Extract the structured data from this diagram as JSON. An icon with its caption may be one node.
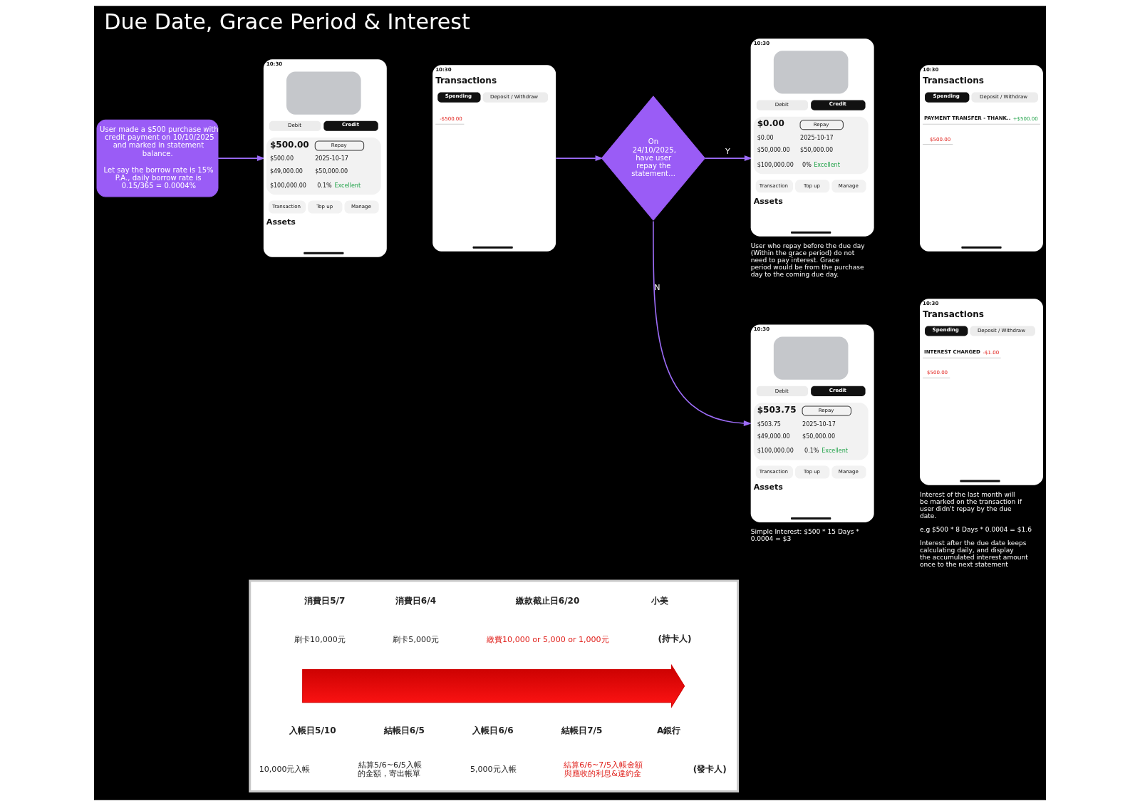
{
  "diagram": {
    "title": "Due Date, Grace Period & Interest",
    "nodes": [
      {
        "text": [
          "User made a $500 purchase with credit payment on 10/10/2025 and marked in statement balance.",
          "Let say the borrow rate is 15% P.A., daily borrow rate is 0.15/365 = 0.0004%"
        ]
      },
      {
        "text": [
          "10:30",
          "Debit",
          "Credit",
          "$500.00",
          "Repay",
          "$500.00",
          "2025-10-17",
          "$49,000.00",
          "$50,000.00",
          "$100,000.00",
          "0.1% Excellent",
          "Transaction",
          "Top up",
          "Manage",
          "Assets"
        ]
      },
      {
        "text": [
          "10:30",
          "Transactions",
          "Spending",
          "Deposit / Withdraw",
          "-$500.00"
        ]
      },
      {
        "text": [
          "On 24/10/2025, have user repay the statement…"
        ]
      },
      {
        "text": [
          "10:30",
          "Debit",
          "Credit",
          "$0.00",
          "Repay",
          "$0.00",
          "2025-10-17",
          "$50,000.00",
          "$50,000.00",
          "$100,000.00",
          "0% Excellent",
          "Transaction",
          "Top up",
          "Manage",
          "Assets"
        ],
        "beside": [
          "User who repay before the due day (Within the grace period) do not need to pay interest. Grace period would be from the purchase day to the coming due day."
        ]
      },
      {
        "text": [
          "10:30",
          "Transactions",
          "Spending",
          "Deposit / Withdraw",
          "PAYMENT TRANSFER - THANK..",
          "+$500.00",
          "$500.00"
        ]
      },
      {
        "text": [
          "10:30",
          "Debit",
          "Credit",
          "$503.75",
          "Repay",
          "$503.75",
          "2025-10-17",
          "$49,000.00",
          "$50,000.00",
          "$100,000.00",
          "0.1% Excellent",
          "Transaction",
          "Top up",
          "Manage",
          "Assets"
        ],
        "beside": [
          "Simple Interest: $500 * 15 Days * 0.0004 = $3"
        ]
      },
      {
        "text": [
          "10:30",
          "Transactions",
          "Spending",
          "Deposit / Withdraw",
          "INTEREST CHARGED",
          "-$1.00",
          "$500.00"
        ],
        "beside": [
          "Interest of the last month will be marked on the transaction if user didn't repay by the due date.",
          "e.g $500 * 8 Days * 0.0004 = $1.6",
          "Interest after the due date keeps calculating daily, and display the accumulated interest amount once to the next statement"
        ]
      },
      {
        "text": [],
        "shape": "box"
      },
      {
        "text": [],
        "shape": "arrow",
        "in": 8
      }
    ],
    "edges": [
      {
        "from": 0,
        "to": 1,
        "arrow": "to"
      },
      {
        "from": 2,
        "to": 3,
        "arrow": "to"
      },
      {
        "from": 3,
        "to": 4,
        "arrow": "to",
        "label": "Y"
      },
      {
        "from": 3,
        "to": 6,
        "arrow": "to",
        "label": "N"
      }
    ],
    "labels": [
      "消費日5/7",
      "刷卡10,000元",
      "消費日6/4",
      "刷卡5,000元",
      "繳款截止日6/20",
      "繳費10,000 or 5,000 or 1,000元",
      "小美",
      "(持卡人)",
      "入帳日5/10",
      "10,000元入帳",
      "結帳日6/5",
      "結算5/6~6/5入帳的金額，寄出帳單",
      "入帳日6/6",
      "5,000元入帳",
      "結帳日7/5",
      "結算6/6~7/5入帳金額與應收的利息&違約金",
      "A銀行",
      "(發卡人)"
    ]
  }
}
